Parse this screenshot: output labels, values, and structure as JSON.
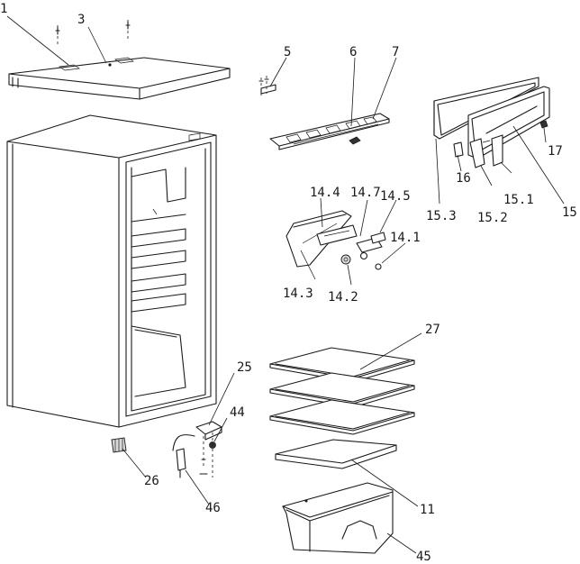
{
  "labels": {
    "p1": "1",
    "p3": "3",
    "p5": "5",
    "p6": "6",
    "p7": "7",
    "p11": "11",
    "p14_1": "14.1",
    "p14_2": "14.2",
    "p14_3": "14.3",
    "p14_4": "14.4",
    "p14_5": "14.5",
    "p14_7": "14.7",
    "p15": "15",
    "p15_1": "15.1",
    "p15_2": "15.2",
    "p15_3": "15.3",
    "p16": "16",
    "p17": "17",
    "p25": "25",
    "p26": "26",
    "p27": "27",
    "p44": "44",
    "p45": "45",
    "p46": "46"
  }
}
